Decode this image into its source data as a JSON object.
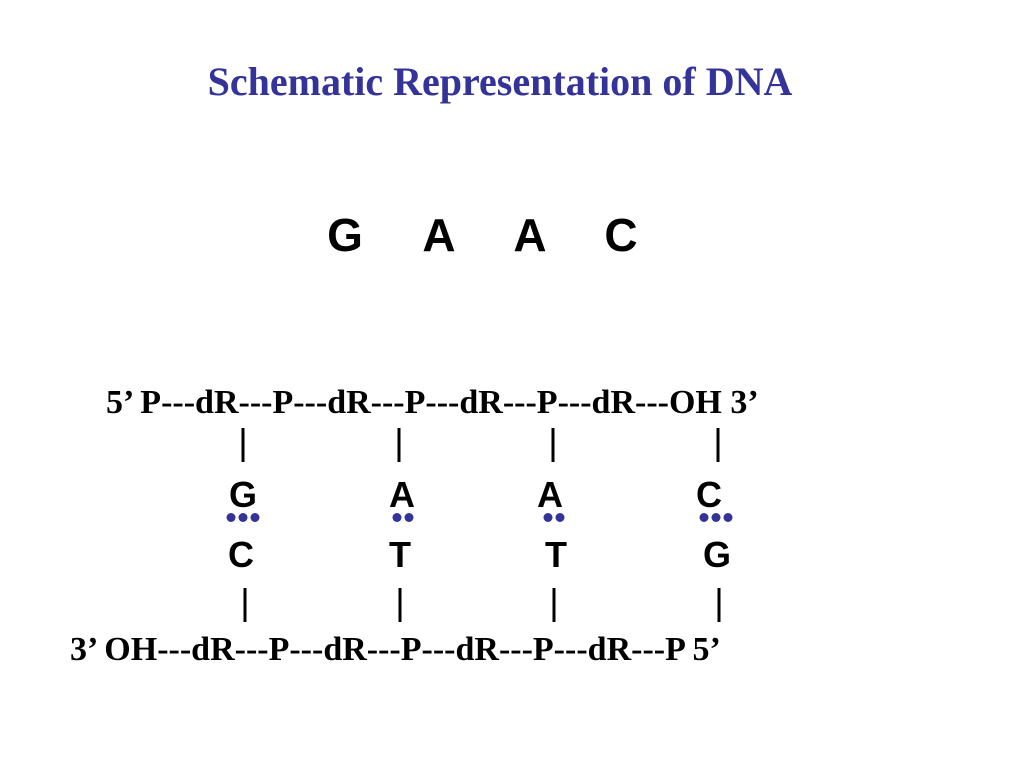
{
  "title": "Schematic Representation of DNA",
  "sequence": [
    "G",
    "A",
    "A",
    "C"
  ],
  "top_strand": "5’  P---dR---P---dR---P---dR---P---dR---OH  3’",
  "bottom_strand": "3’  OH---dR---P---dR---P---dR---P---dR---P  5’",
  "pairs": [
    {
      "top": "G",
      "bottom": "C",
      "hydrogen_bonds": 3
    },
    {
      "top": "A",
      "bottom": "T",
      "hydrogen_bonds": 2
    },
    {
      "top": "A",
      "bottom": "T",
      "hydrogen_bonds": 2
    },
    {
      "top": "C",
      "bottom": "G",
      "hydrogen_bonds": 3
    }
  ],
  "colors": {
    "title": "#333399",
    "hydrogen_bond_dots": "#333399",
    "text": "#000000"
  }
}
